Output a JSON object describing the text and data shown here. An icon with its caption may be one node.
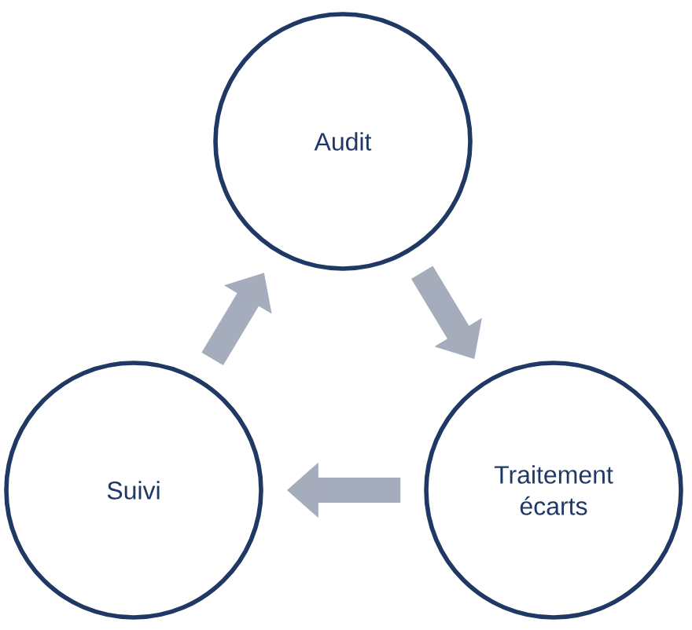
{
  "diagram": {
    "nodes": [
      {
        "text": [
          "Audit"
        ]
      },
      {
        "text": [
          "Traitement écarts"
        ]
      },
      {
        "text": [
          "Suivi"
        ]
      }
    ],
    "edges": [
      {
        "from": 0,
        "to": 1,
        "arrow": "to"
      },
      {
        "from": 1,
        "to": 2,
        "arrow": "to"
      },
      {
        "from": 2,
        "to": 0,
        "arrow": "to"
      }
    ]
  }
}
